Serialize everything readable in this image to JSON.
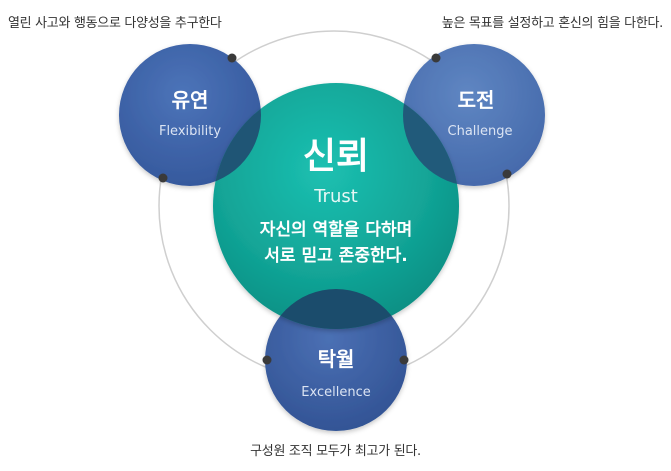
{
  "captions": {
    "top_left": "열린 사고와 행동으로 다양성을 추구한다",
    "top_right": "높은 목표를 설정하고 혼신의 힘을 다한다.",
    "bottom": "구성원 조직 모두가 최고가 된다."
  },
  "center": {
    "title": "신뢰",
    "subtitle": "Trust",
    "line1": "자신의 역할을 다하며",
    "line2": "서로 믿고 존중한다."
  },
  "values": {
    "flexibility": {
      "title": "유연",
      "subtitle": "Flexibility"
    },
    "challenge": {
      "title": "도전",
      "subtitle": "Challenge"
    },
    "excellence": {
      "title": "탁월",
      "subtitle": "Excellence"
    }
  },
  "colors": {
    "center_teal": "#14a79a",
    "center_teal_dark": "#0e8a80",
    "blue_left": "#3f64a8",
    "blue_right": "#5178b6",
    "blue_bottom": "#3c5fa2",
    "overlap": "#1d4f6e",
    "ring": "#c9c9c9",
    "dot": "#3d3d3d"
  }
}
